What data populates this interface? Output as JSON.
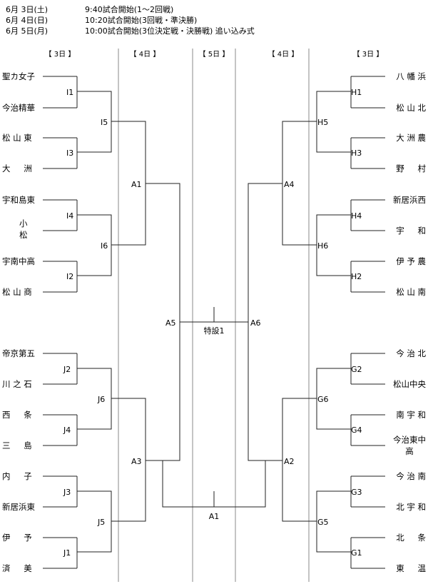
{
  "schedule": [
    {
      "date": "6月  3日(土)",
      "desc": "9:40試合開始(1～2回戦)"
    },
    {
      "date": "6月  4日(日)",
      "desc": "10:20試合開始(3回戦・準決勝)"
    },
    {
      "date": "6月  5日(月)",
      "desc": "10:00試合開始(3位決定戦・決勝戦)  追い込み式"
    }
  ],
  "day_headers": [
    "【 3日 】",
    "【 4日 】",
    "【 5日 】",
    "【 4日 】",
    "【 3日 】"
  ],
  "left_teams": [
    "聖カ女子",
    "今治精華",
    "松 山 東",
    "大 　 洲",
    "宇和島東",
    "小",
    "松",
    "宇南中高",
    "松 山 商",
    "帝京第五",
    "川 之 石",
    "西 　 条",
    "三 　 島",
    "内 　 子",
    "新居浜東",
    "伊 　 予",
    "済 　 美"
  ],
  "right_teams": [
    "八 幡 浜",
    "松 山 北",
    "大 洲 農",
    "野 　 村",
    "新居浜西",
    "宇 　 和",
    "伊 予 農",
    "松 山 南",
    "今 治 北",
    "松山中央",
    "南 宇 和",
    "今治東中",
    "高",
    "今 治 南",
    "北 宇 和",
    "北 　 条",
    "東 　 温"
  ],
  "match_codes": {
    "I1": "I1",
    "I3": "I3",
    "I4": "I4",
    "I2": "I2",
    "I5": "I5",
    "I6": "I6",
    "J2": "J2",
    "J4": "J4",
    "J3": "J3",
    "J1": "J1",
    "J6": "J6",
    "J5": "J5",
    "A1": "A1",
    "A3": "A3",
    "A5": "A5",
    "H1": "H1",
    "H3": "H3",
    "H4": "H4",
    "H2": "H2",
    "H5": "H5",
    "H6": "H6",
    "G2": "G2",
    "G4": "G4",
    "G3": "G3",
    "G1": "G1",
    "G6": "G6",
    "G5": "G5",
    "A4": "A4",
    "A2": "A2",
    "A6": "A6",
    "special": "特設1",
    "final": "A1"
  },
  "colors": {
    "line": "#222222",
    "divider": "#888888",
    "text": "#222222"
  }
}
